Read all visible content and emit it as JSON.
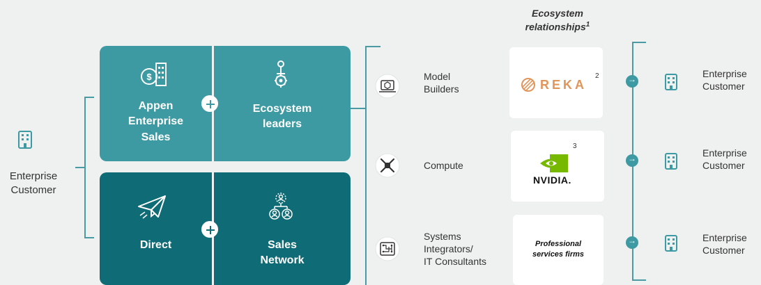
{
  "header": {
    "title_line1": "Ecosystem",
    "title_line2": "relationships",
    "title_sup": "1"
  },
  "left_customer": {
    "label_line1": "Enterprise",
    "label_line2": "Customer"
  },
  "panels": {
    "appen_enterprise_sales": [
      "Appen",
      "Enterprise",
      "Sales"
    ],
    "ecosystem_leaders": [
      "Ecosystem",
      "leaders"
    ],
    "direct": [
      "Direct"
    ],
    "sales_network": [
      "Sales",
      "Network"
    ]
  },
  "categories": [
    {
      "label_lines": [
        "Model",
        "Builders"
      ],
      "icon": "model-builder-icon"
    },
    {
      "label_lines": [
        "Compute"
      ],
      "icon": "compute-chip-icon"
    },
    {
      "label_lines": [
        "Systems",
        "Integrators/",
        "IT Consultants"
      ],
      "icon": "circuit-icon"
    }
  ],
  "partners": [
    {
      "name": "REKA",
      "sup": "2"
    },
    {
      "name": "NVIDIA.",
      "sup": "3"
    },
    {
      "name_lines": [
        "Professional",
        "services firms"
      ]
    }
  ],
  "right_customers": [
    {
      "label_lines": [
        "Enterprise",
        "Customer"
      ]
    },
    {
      "label_lines": [
        "Enterprise",
        "Customer"
      ]
    },
    {
      "label_lines": [
        "Enterprise",
        "Customer"
      ]
    }
  ],
  "colors": {
    "accent": "#3d9aa3",
    "dark": "#0f6b75",
    "background": "#eef1f0"
  }
}
